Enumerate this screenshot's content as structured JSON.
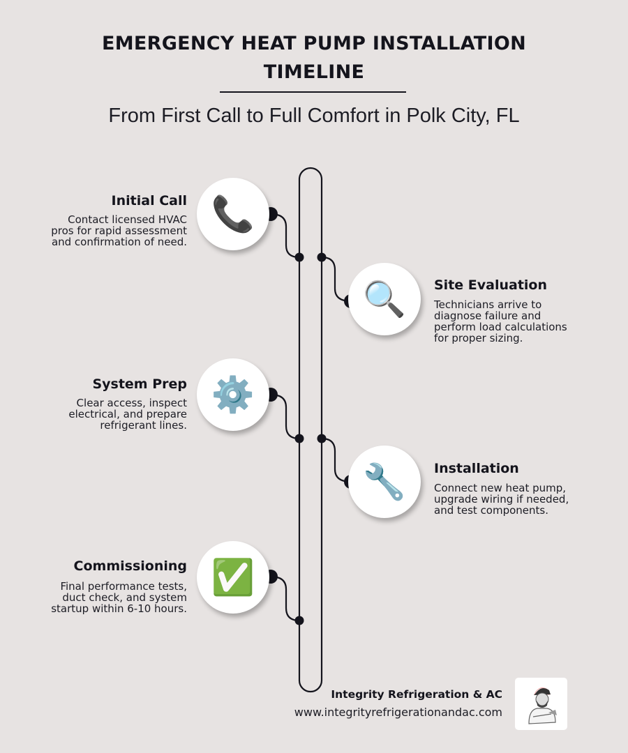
{
  "header": {
    "title_line1": "EMERGENCY HEAT PUMP INSTALLATION",
    "title_line2": "TIMELINE",
    "subtitle": "From First Call to Full Comfort in Polk City, FL"
  },
  "steps": [
    {
      "title": "Initial Call",
      "icon": "telephone-icon",
      "glyph": "📞",
      "side": "left",
      "desc": [
        "Contact licensed HVAC",
        "pros for rapid assessment",
        "and confirmation of need."
      ]
    },
    {
      "title": "Site Evaluation",
      "icon": "magnifying-glass-icon",
      "glyph": "🔍",
      "side": "right",
      "desc": [
        "Technicians arrive to",
        "diagnose failure and",
        "perform load calculations",
        "for proper sizing."
      ]
    },
    {
      "title": "System Prep",
      "icon": "gear-icon",
      "glyph": "⚙️",
      "side": "left",
      "desc": [
        "Clear access, inspect",
        "electrical, and prepare",
        "refrigerant lines."
      ]
    },
    {
      "title": "Installation",
      "icon": "wrench-icon",
      "glyph": "🔧",
      "side": "right",
      "desc": [
        "Connect new heat pump,",
        "upgrade wiring if needed,",
        "and test components."
      ]
    },
    {
      "title": "Commissioning",
      "icon": "check-mark-icon",
      "glyph": "✅",
      "side": "left",
      "desc": [
        "Final performance tests,",
        "duct check, and system",
        "startup within 6-10 hours."
      ]
    }
  ],
  "footer": {
    "company": "Integrity Refrigeration & AC",
    "url": "www.integrityrefrigerationandac.com",
    "logo": "technician-logo"
  },
  "colors": {
    "background": "#e7e3e2",
    "ink": "#14141c",
    "circle": "#ffffff"
  }
}
